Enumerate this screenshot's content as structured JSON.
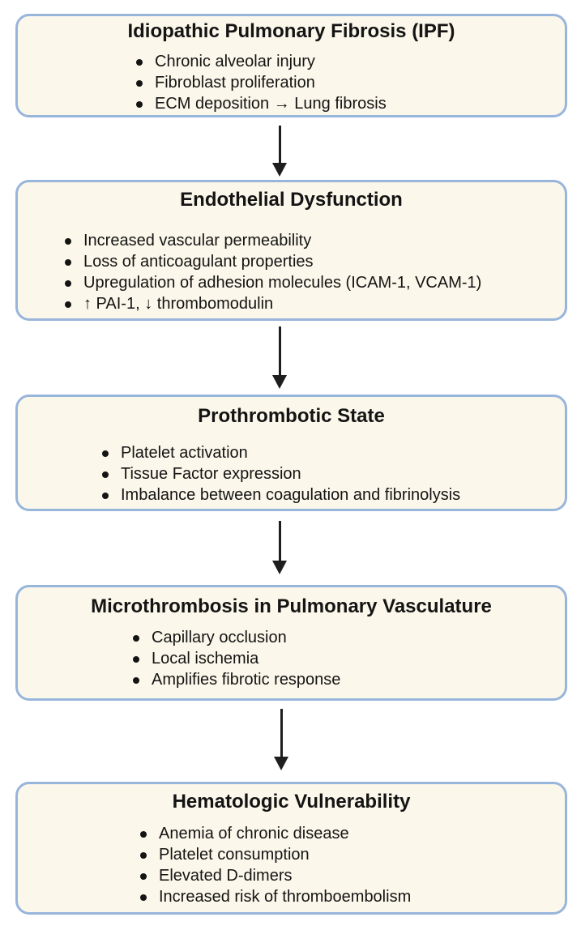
{
  "boxes": [
    {
      "title": "Idiopathic Pulmonary Fibrosis (IPF)",
      "items": [
        "Chronic alveolar injury",
        "Fibroblast proliferation",
        "ECM deposition → Lung fibrosis"
      ]
    },
    {
      "title": "Endothelial Dysfunction",
      "items": [
        "Increased vascular permeability",
        "Loss of anticoagulant properties",
        "Upregulation of adhesion molecules (ICAM-1, VCAM-1)",
        "↑ PAI-1, ↓ thrombomodulin"
      ]
    },
    {
      "title": "Prothrombotic State",
      "items": [
        "Platelet activation",
        "Tissue Factor expression",
        "Imbalance between coagulation and fibrinolysis"
      ]
    },
    {
      "title": "Microthrombosis in Pulmonary Vasculature",
      "items": [
        "Capillary occlusion",
        "Local ischemia",
        "Amplifies fibrotic response"
      ]
    },
    {
      "title": "Hematologic Vulnerability",
      "items": [
        "Anemia of chronic disease",
        "Platelet consumption",
        "Elevated D-dimers",
        "Increased risk of thromboembolism"
      ]
    }
  ],
  "colors": {
    "box_fill": "#fbf7ea",
    "box_border": "#98b5dc",
    "arrow": "#1e1e1e",
    "text": "#141414"
  }
}
